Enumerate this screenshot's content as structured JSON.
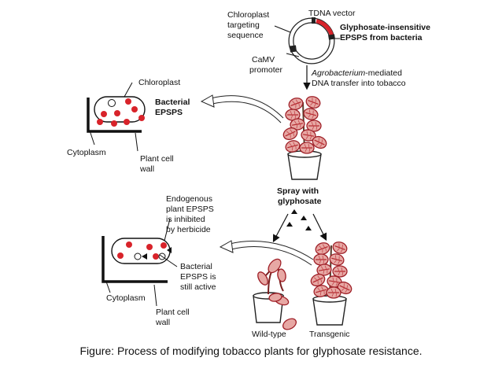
{
  "plasmid": {
    "title": "TDNA vector",
    "targeting": [
      "Chloroplast",
      "targeting",
      "sequence"
    ],
    "epsps": [
      "Glyphosate-insensitive",
      "EPSPS from bacteria"
    ],
    "promoter": [
      "CaMV",
      "promoter"
    ]
  },
  "transfer": {
    "italic": "Agrobacterium",
    "rest": "-mediated",
    "line2": "DNA transfer into tobacco"
  },
  "cell_top": {
    "chloroplast": "Chloroplast",
    "bacterial": [
      "Bacterial",
      "EPSPS"
    ],
    "cytoplasm": "Cytoplasm",
    "wall": [
      "Plant cell",
      "wall"
    ]
  },
  "spray": [
    "Spray with",
    "glyphosate"
  ],
  "cell_bottom": {
    "endogenous": [
      "Endogenous",
      "plant EPSPS",
      "is inhibited",
      "by herbicide"
    ],
    "bacterial": [
      "Bacterial",
      "EPSPS is",
      "still active"
    ],
    "cytoplasm": "Cytoplasm",
    "wall": [
      "Plant cell",
      "wall"
    ]
  },
  "plants": {
    "wildtype": "Wild-type",
    "transgenic": "Transgenic"
  },
  "caption": "Figure: Process of modifying tobacco plants for glyphosate resistance.",
  "colors": {
    "epsps_red": "#d8232a",
    "leaf": "#e7a8a4",
    "leaf_edge": "#b3272d",
    "ink": "#111111"
  }
}
